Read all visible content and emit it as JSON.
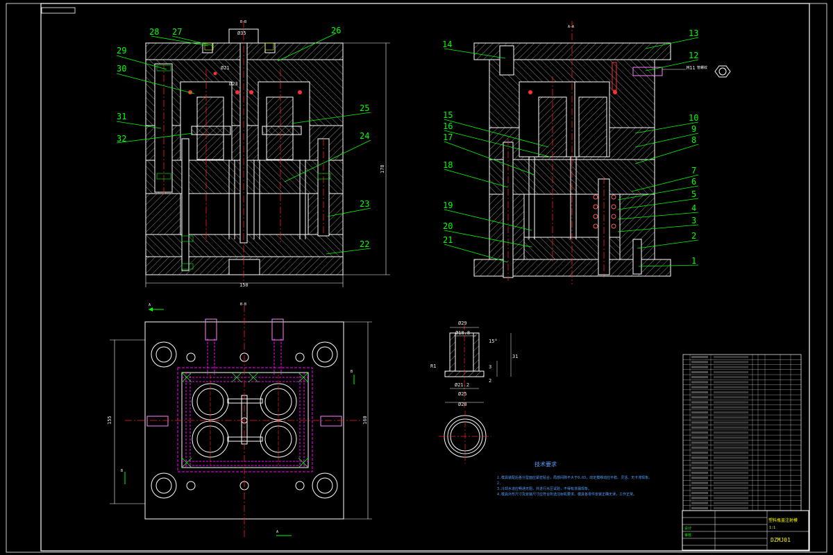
{
  "colors": {
    "background": "#000000",
    "outline": "#ffffff",
    "hatch": "#c8c8c8",
    "centerline": "#ff2020",
    "leader": "#00ff00",
    "hidden": "#ff00ff",
    "dimension": "#ffffff",
    "note": "#5aa0ff"
  },
  "section_marks": {
    "top_left": "B-B",
    "top_right": "A-A",
    "plan_top": "B-B",
    "plan_left": "A",
    "plan_bottom": "A",
    "plan_side_b1": "B",
    "plan_side_b2": "B"
  },
  "left_view": {
    "dims": {
      "width": "150",
      "height": "178",
      "sprue": "Ø35",
      "d1": "Ø21",
      "d2": "Ø23"
    },
    "callouts": [
      "28",
      "27",
      "26",
      "29",
      "30",
      "31",
      "32",
      "25",
      "24",
      "23",
      "22"
    ]
  },
  "right_view": {
    "callouts": [
      "14",
      "13",
      "12",
      "10",
      "9",
      "8",
      "7",
      "6",
      "5",
      "4",
      "3",
      "2",
      "1",
      "15",
      "16",
      "17",
      "18",
      "19",
      "20",
      "21"
    ],
    "fitting_label": "M11",
    "fitting_note": "管螺纹"
  },
  "plan_view": {
    "dims": {
      "width": "155",
      "height": "160"
    }
  },
  "part_detail": {
    "dims": {
      "top": "Ø29",
      "inner": "Ø18.8",
      "bore": "Ø21.2",
      "mid": "Ø25",
      "bottom": "Ø28",
      "h": "31",
      "h1": "3",
      "h2": "2",
      "r": "R1",
      "angle": "15°"
    }
  },
  "tech_notes": {
    "title": "技术要求",
    "lines": [
      "1.模具装配后各分型面应紧密贴合，局部间隙不大于0.03，动定模移动应平稳、灵活、无卡滞现象。",
      "2.",
      "3.冷却水道应畅通无阻，并进行水压试验，不得有渗漏现象。",
      "4.模具外形尺寸及安装尺寸应符合所选注射机要求。模具各零件安装正确无误，工作正常。"
    ]
  },
  "title_block": {
    "part_name": "塑料瓶盖注射模",
    "drawing_no": "DZMJ01",
    "scale": "1:1",
    "designer": "设计",
    "checker": "审核",
    "bom_rows": 31
  }
}
